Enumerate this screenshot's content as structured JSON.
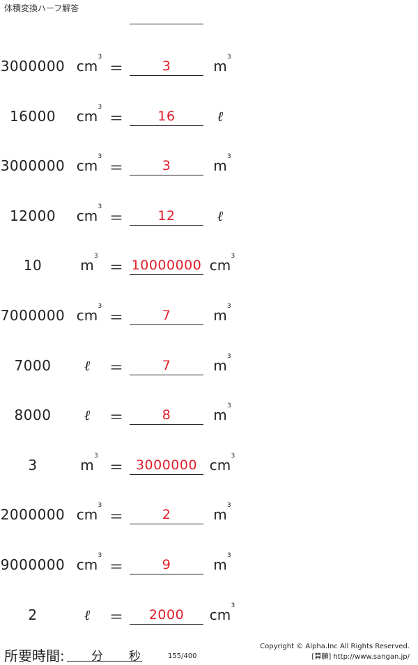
{
  "header": {
    "title": "体積変換ハーフ解答"
  },
  "problems": [
    {
      "value": "3000000",
      "unit_from": "cm",
      "answer": "3",
      "unit_to": "m"
    },
    {
      "value": "16000",
      "unit_from": "cm",
      "answer": "16",
      "unit_to": "ℓ"
    },
    {
      "value": "3000000",
      "unit_from": "cm",
      "answer": "3",
      "unit_to": "m"
    },
    {
      "value": "12000",
      "unit_from": "cm",
      "answer": "12",
      "unit_to": "ℓ"
    },
    {
      "value": "10",
      "unit_from": "m",
      "answer": "10000000",
      "unit_to": "cm"
    },
    {
      "value": "7000000",
      "unit_from": "cm",
      "answer": "7",
      "unit_to": "m"
    },
    {
      "value": "7000",
      "unit_from": "ℓ",
      "answer": "7",
      "unit_to": "m"
    },
    {
      "value": "8000",
      "unit_from": "ℓ",
      "answer": "8",
      "unit_to": "m"
    },
    {
      "value": "3",
      "unit_from": "m",
      "answer": "3000000",
      "unit_to": "cm"
    },
    {
      "value": "2000000",
      "unit_from": "cm",
      "answer": "2",
      "unit_to": "m"
    },
    {
      "value": "9000000",
      "unit_from": "cm",
      "answer": "9",
      "unit_to": "m"
    },
    {
      "value": "2",
      "unit_from": "ℓ",
      "answer": "2000",
      "unit_to": "cm"
    }
  ],
  "equals": "＝",
  "cube_mark": "3",
  "footer": {
    "time_label": "所要時間:",
    "minutes": "分",
    "seconds": "秒",
    "page": "155/400",
    "copyright": "Copyright © Alpha.Inc All Rights Reserved.",
    "site": "[算願] http://www.sangan.jp/"
  },
  "colors": {
    "answer": "#e01e2a",
    "text": "#222222"
  }
}
